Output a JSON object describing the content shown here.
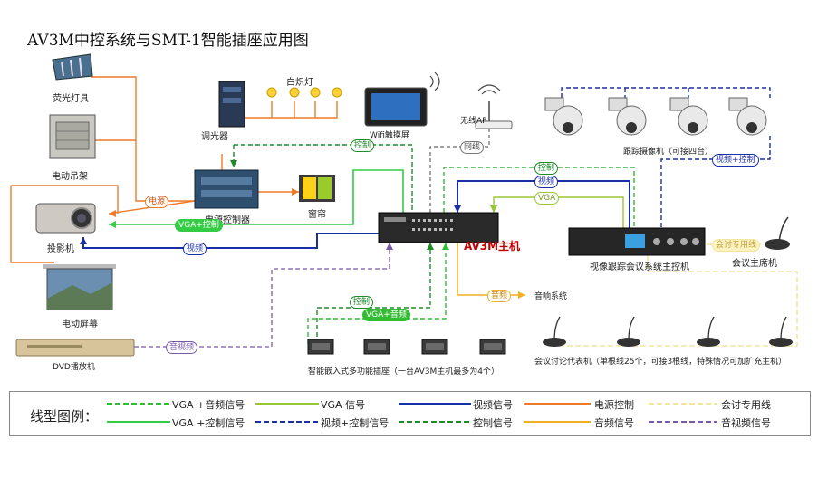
{
  "title": "AV3M中控系统与SMT-1智能插座应用图",
  "devices": {
    "fluorescent": "荧光灯具",
    "lift": "电动吊架",
    "projector": "投影机",
    "screen": "电动屏幕",
    "dvd": "DVD播放机",
    "dimmer": "调光器",
    "incandescent": "白炽灯",
    "power_controller": "电源控制器",
    "curtain": "窗帘",
    "touchscreen": "Wifi触摸屏",
    "wireless_ap": "无线AP",
    "cameras": "跟踪摄像机（可接四台）",
    "host": "AV3M主机",
    "conf_host": "视像跟踪会议系统主控机",
    "chairman": "会议主席机",
    "audio_system": "音响系统",
    "delegates": "会议讨论代表机（单根线25个，可接3根线，特殊情况可加扩充主机）",
    "socket_desc": "智能嵌入式多功能插座（一台AV3M主机最多为4个）"
  },
  "tags": {
    "control_dimmer": "控制",
    "network": "网线",
    "control_cam": "控制",
    "video_cam": "视频",
    "vga_cam": "VGA",
    "video_cam_ctrl": "视频+控制",
    "power": "电源",
    "vga_ctrl_proj": "VGA+控制",
    "video_proj": "视频",
    "audio": "音频",
    "control_socket": "控制",
    "vga_audio_socket": "VGA+音频",
    "av_dvd": "音视频",
    "conf_line": "会讨专用线"
  },
  "legend": {
    "title": "线型图例：",
    "items": [
      {
        "label": "VGA +音频信号",
        "color": "#33bb33",
        "style": "dash"
      },
      {
        "label": "VGA 信号",
        "color": "#99c733",
        "style": "solid"
      },
      {
        "label": "视频信号",
        "color": "#1a2ea8",
        "style": "solid"
      },
      {
        "label": "电源控制",
        "color": "#ee7a2a",
        "style": "solid"
      },
      {
        "label": "会讨专用线",
        "color": "#f2e6a0",
        "style": "dash"
      },
      {
        "label": "VGA +控制信号",
        "color": "#33cc44",
        "style": "solid"
      },
      {
        "label": "视频+控制信号",
        "color": "#1a2ea8",
        "style": "dash"
      },
      {
        "label": "控制信号",
        "color": "#1f8a2a",
        "style": "dash"
      },
      {
        "label": "音频信号",
        "color": "#f0b020",
        "style": "solid"
      },
      {
        "label": "音视频信号",
        "color": "#7a5aa8",
        "style": "dash"
      }
    ]
  }
}
